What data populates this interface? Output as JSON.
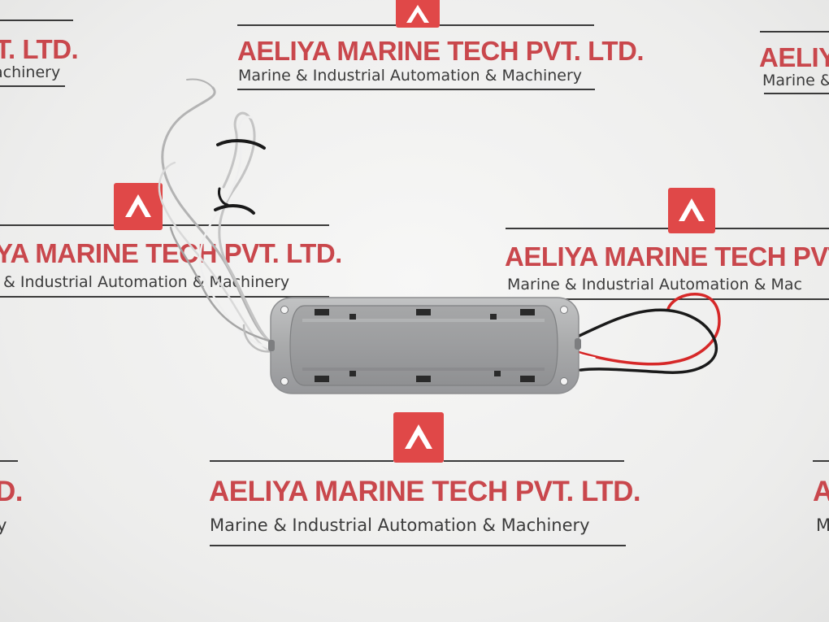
{
  "watermark": {
    "title": "AELIYA MARINE TECH PVT. LTD.",
    "subtitle": "Marine & Industrial Automation & Machinery",
    "title_color": "#c9474c",
    "logo_color": "#e04848",
    "logo_icon": "triangle-a-logo-icon"
  },
  "scene": {
    "object": "grey rectangular LED light fixture with wires",
    "wire_colors": {
      "grey_white_bundle": "#b9b9b9",
      "red": "#d62828",
      "black": "#1a1a1a"
    },
    "housing_color": "#a9aaab"
  }
}
